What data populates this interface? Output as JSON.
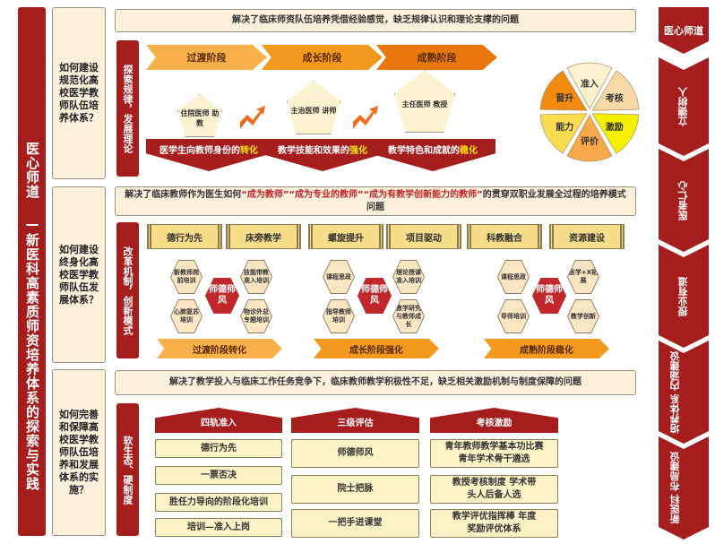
{
  "title": "医心师道 —新医科高素质师资培养体系的探索与实践",
  "questions": [
    "如何建设规范化高校医学教师队伍培养体系？",
    "如何建设终身化高校医学教师队伍发展体系？",
    "如何完善和保障高校医学教师队伍培养和发展体系的实施？"
  ],
  "row1": {
    "banner": "解决了临床师资队伍培养凭借经验感觉，缺乏规律认识和理论支撑的问题",
    "side": "探索规律，发展理论",
    "stages": [
      "过渡阶段",
      "成长阶段",
      "成熟阶段"
    ],
    "roles": [
      "住院医师 助教",
      "主治医师 讲师",
      "主任医师 教授"
    ],
    "outcomes": [
      {
        "text": "医学生向教师身份的",
        "em": "转化"
      },
      {
        "text": "教学技能和效果的",
        "em": "强化"
      },
      {
        "text": "教学特色和成就的",
        "em": "稳化"
      }
    ],
    "wheel": [
      "准入",
      "考核",
      "激励",
      "评价",
      "能力",
      "晋升"
    ],
    "colors": {
      "stage1": "#f8b048",
      "stage2": "#f39a1e",
      "stage3": "#e8780e",
      "red": "#a51d1d"
    }
  },
  "row2": {
    "banner_pre": "解决了临床教师作为医生如何",
    "banner_h1": "“成为教师”",
    "banner_h2": "“成为专业的教师”",
    "banner_h3": "“成为有教学创新能力的教师”",
    "banner_post": "的贯穿双职业发展全过程的培养模式问题",
    "side": "改革机制，创新模式",
    "tabs": [
      "德行为先",
      "床旁教学",
      "螺旋提升",
      "项目驱动",
      "科教融合",
      "资源建设"
    ],
    "clusters": [
      {
        "center": "师德师风",
        "items": [
          "新教师岗前培训",
          "技能带教准入培训",
          "心肺复苏培训",
          "物诊外总专题培训"
        ],
        "arrow": "过渡阶段转化"
      },
      {
        "center": "师德师风",
        "items": [
          "课程思政",
          "理论授课准入培训",
          "指导教师培训",
          "教学研究与教师成长"
        ],
        "arrow": "成长阶段强化"
      },
      {
        "center": "师德师风",
        "items": [
          "课程思政",
          "医学+X拓展",
          "导师培训",
          "教学创新"
        ],
        "arrow": "成熟阶段稳化"
      }
    ]
  },
  "row3": {
    "banner": "解决了教学投入与临床工作任务竞争下，临床教师教学积极性不足，缺乏相关激励机制与制度保障的问题",
    "side": "软生态、硬制度",
    "columns": [
      {
        "header": "四轨准入",
        "items": [
          "德行为先",
          "一票否决",
          "胜任力导向的阶段化培训",
          "培训—准入上岗"
        ]
      },
      {
        "header": "三级评估",
        "items": [
          "师德师风",
          "院士把脉",
          "一把手进课堂"
        ]
      },
      {
        "header": "考核激励",
        "items": [
          "青年教师教学基本功比赛 青年学术骨干遴选",
          "教授考核制度 学术带头人后备人选",
          "教学评优指挥棒 年度奖励评优体系"
        ]
      }
    ]
  },
  "right": [
    "医心师道",
    "立德树人",
    "医者仁心",
    "授业有道",
    "培养体系 内涵建设",
    "新医科 布局建设"
  ]
}
